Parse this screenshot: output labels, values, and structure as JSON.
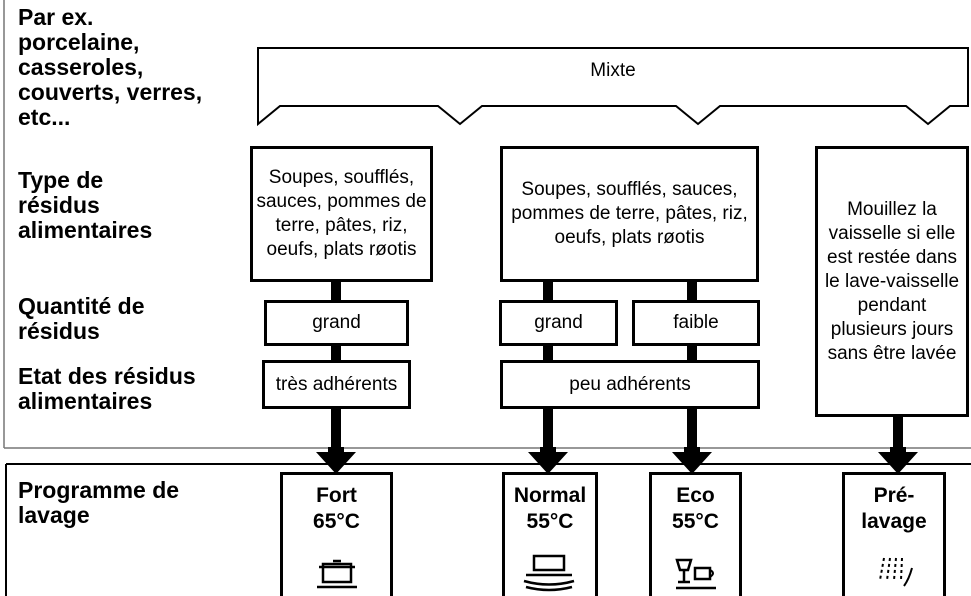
{
  "labels": {
    "example": [
      "Par ex.",
      "porcelaine,",
      "casseroles,",
      "couverts, verres,",
      "etc..."
    ],
    "type": [
      "Type de",
      "résidus",
      "alimentaires"
    ],
    "quantity": [
      "Quantité de",
      "résidus"
    ],
    "state": [
      "Etat des résidus",
      "alimentaires"
    ],
    "program": [
      "Programme de",
      "lavage"
    ]
  },
  "banner": {
    "text": "Mixte"
  },
  "type_boxes": [
    {
      "lines": [
        "Soupes, soufflés,",
        "sauces, pommes de",
        "terre, pâtes, riz,",
        "oeufs, plats røotis"
      ]
    },
    {
      "lines": [
        "Soupes, soufflés, sauces,",
        "pommes de terre, pâtes, riz,",
        "oeufs, plats røotis"
      ]
    },
    {
      "lines": [
        "Mouillez la",
        "vaisselle si elle",
        "est restée dans",
        "le lave-vaisselle",
        "pendant",
        "plusieurs jours",
        "sans être lavée"
      ]
    }
  ],
  "quantity_boxes": [
    "grand",
    "grand",
    "faible"
  ],
  "state_boxes": [
    "très adhérents",
    "peu adhérents"
  ],
  "programs": [
    {
      "name": "Fort",
      "temp": "65°C",
      "icon": "pot-icon"
    },
    {
      "name": "Normal",
      "temp": "55°C",
      "icon": "plates-icon"
    },
    {
      "name": "Eco",
      "temp": "55°C",
      "icon": "glass-cup-icon"
    },
    {
      "name": "Pré-",
      "temp": "lavage",
      "icon": "spray-icon"
    }
  ]
}
